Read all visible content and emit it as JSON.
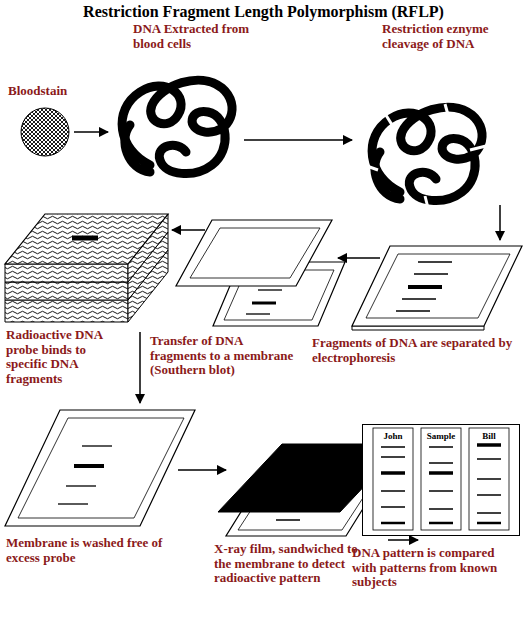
{
  "diagram": {
    "title": "Restriction Fragment Length Polymorphism (RFLP)",
    "nodes": [
      {
        "text": [
          "John",
          "Sample",
          "Bill"
        ]
      }
    ],
    "labels": [
      "Bloodstain",
      "DNA Extracted from blood cells",
      "Restriction eznyme cleavage of DNA",
      "Radioactive DNA probe binds to specific DNA fragments",
      "Transfer of DNA fragments to a membrane (Southern blot)",
      "Fragments of DNA are separated by electrophoresis",
      "Membrane is washed free of excess probe",
      "X-ray film, sandwiched to the membrane to detect radioactive pattern",
      "DNA pattern is compared with patterns from known subjects"
    ]
  }
}
